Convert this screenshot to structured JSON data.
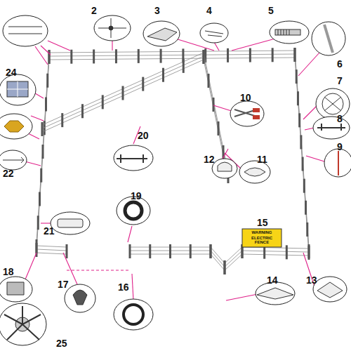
{
  "diagram": {
    "labels": [
      "2",
      "3",
      "4",
      "5",
      "6",
      "7",
      "8",
      "9",
      "10",
      "11",
      "12",
      "13",
      "14",
      "15",
      "WARNING",
      "ELECTRIC FENCE",
      "16",
      "17",
      "18",
      "19",
      "20",
      "21",
      "22",
      "24",
      "25"
    ]
  }
}
